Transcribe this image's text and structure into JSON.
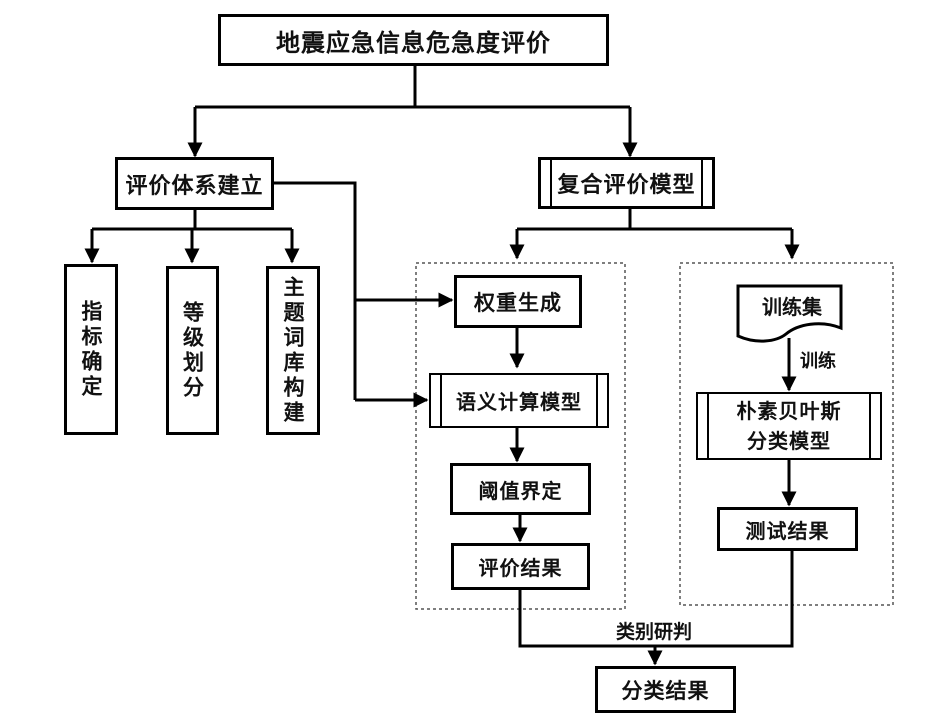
{
  "title": "地震应急信息危急度评价",
  "system_build": "评价体系建立",
  "composite_model": "复合评价模型",
  "sub_items": [
    "指标确定",
    "等级划分",
    "主题词库构建"
  ],
  "left_flow": {
    "weight": "权重生成",
    "semantic": "语义计算模型",
    "threshold": "阈值界定",
    "result": "评价结果"
  },
  "right_flow": {
    "training_set": "训练集",
    "train_label": "训练",
    "bayes_line1": "朴素贝叶斯",
    "bayes_line2": "分类模型",
    "test_result": "测试结果"
  },
  "judge_label": "类别研判",
  "final_result": "分类结果"
}
